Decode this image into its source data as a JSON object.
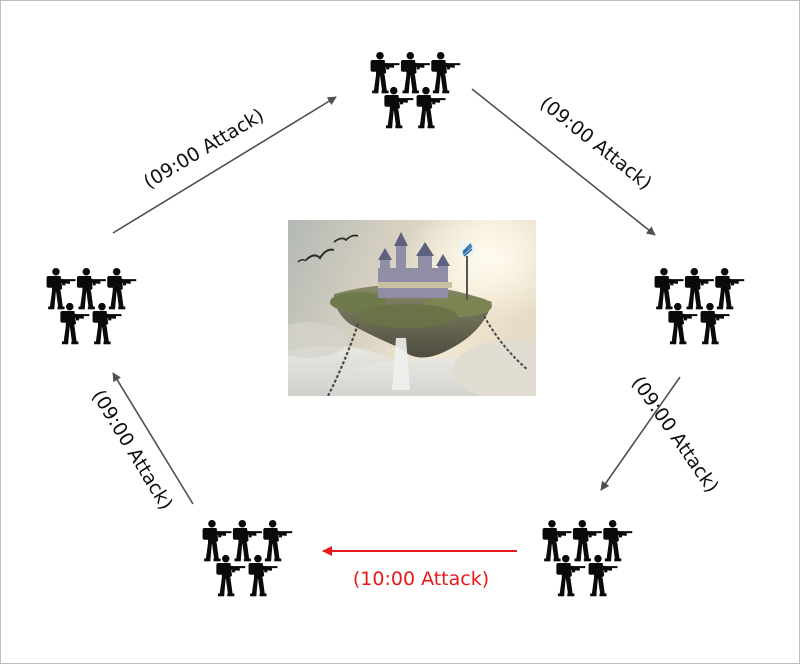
{
  "colors": {
    "arrow": "#505050",
    "arrow_highlight": "#e8191a",
    "label": "#111111",
    "label_highlight": "#e8191a",
    "soldier": "#0a0a0a"
  },
  "center_image": {
    "description_icon": "floating-castle-image"
  },
  "groups": [
    {
      "id": "top",
      "icon": "soldier-squad-icon",
      "soldier_count": 5
    },
    {
      "id": "right",
      "icon": "soldier-squad-icon",
      "soldier_count": 5
    },
    {
      "id": "bottom-right",
      "icon": "soldier-squad-icon",
      "soldier_count": 5
    },
    {
      "id": "bottom-left",
      "icon": "soldier-squad-icon",
      "soldier_count": 5
    },
    {
      "id": "left",
      "icon": "soldier-squad-icon",
      "soldier_count": 5
    }
  ],
  "attacks": [
    {
      "from": "left",
      "to": "top",
      "label": "(09:00 Attack)",
      "highlight": false
    },
    {
      "from": "top",
      "to": "right",
      "label": "(09:00 Attack)",
      "highlight": false
    },
    {
      "from": "right",
      "to": "bottom-right",
      "label": "(09:00 Attack)",
      "highlight": false
    },
    {
      "from": "bottom-right",
      "to": "bottom-left",
      "label": "(10:00 Attack)",
      "highlight": true
    },
    {
      "from": "bottom-left",
      "to": "left",
      "label": "(09:00 Attack)",
      "highlight": false
    }
  ]
}
